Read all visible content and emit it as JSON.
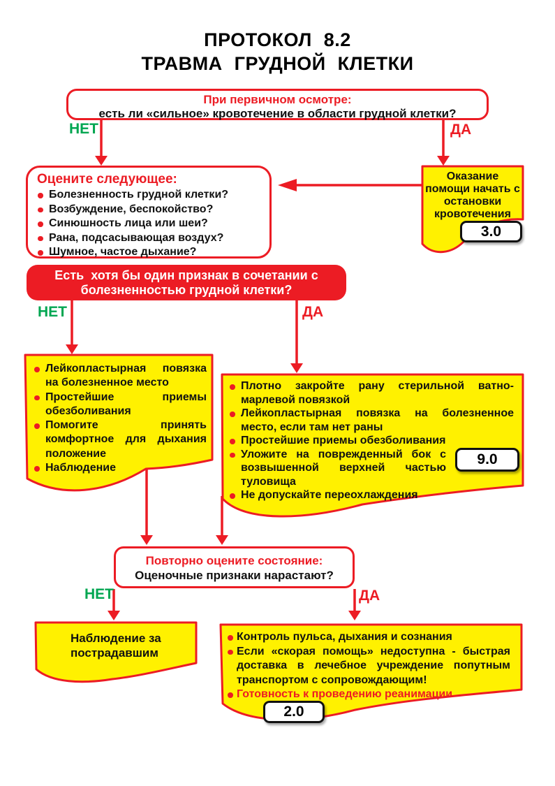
{
  "title": {
    "line1": "ПРОТОКОЛ  8.2",
    "line2": "ТРАВМА  ГРУДНОЙ  КЛЕТКИ"
  },
  "colors": {
    "red": "#ec1c24",
    "green": "#00a651",
    "yellow": "#fff100",
    "ink": "#111111"
  },
  "q1": {
    "title": "При первичном осмотре:",
    "question": "есть ли «сильное» кровотечение в области грудной клетки?",
    "no_label": "НЕТ",
    "yes_label": "ДА"
  },
  "assess": {
    "title": "Оцените следующее:",
    "items": [
      "Болезненность грудной клетки?",
      "Возбуждение, беспокойство?",
      "Синюшность лица или шеи?",
      "Рана, подсасывающая воздух?",
      "Шумное, частое дыхание?"
    ]
  },
  "stop_bleeding": {
    "text": "Оказание помощи начать с остановки кровотечения",
    "ref": "3.0"
  },
  "q2": {
    "line1": "Есть  хотя бы один признак в сочетании с",
    "line2": "болезненностью грудной клетки?",
    "no_label": "НЕТ",
    "yes_label": "ДА"
  },
  "left_actions": {
    "items": [
      "Лейкопластырная повязка на болезненное место",
      "Простейшие приемы обезболивания",
      "Помогите принять комфортное для дыхания положение",
      "Наблюдение"
    ]
  },
  "right_actions": {
    "items": [
      "Плотно закройте рану стерильной ватно-марлевой повязкой",
      "Лейкопластырная повязка на   болезненное место, если там нет раны",
      "Простейшие приемы обезболивания",
      "Уложите на поврежденный бок с возвышенной верхней частью туловища",
      "Не допускайте переохлаждения"
    ],
    "ref": "9.0"
  },
  "q3": {
    "title": "Повторно оцените состояние:",
    "question": "Оценочные признаки нарастают?",
    "no_label": "НЕТ",
    "yes_label": "ДА"
  },
  "observe": {
    "text": "Наблюдение за пострадавшим"
  },
  "transport": {
    "items": [
      "Контроль пульса, дыхания и сознания",
      "Если «скорая помощь» недоступна - быстрая доставка в лечебное учреждение попутным транспортом с сопровождающим!",
      "Готовность к проведению реанимации"
    ],
    "ref": "2.0"
  }
}
